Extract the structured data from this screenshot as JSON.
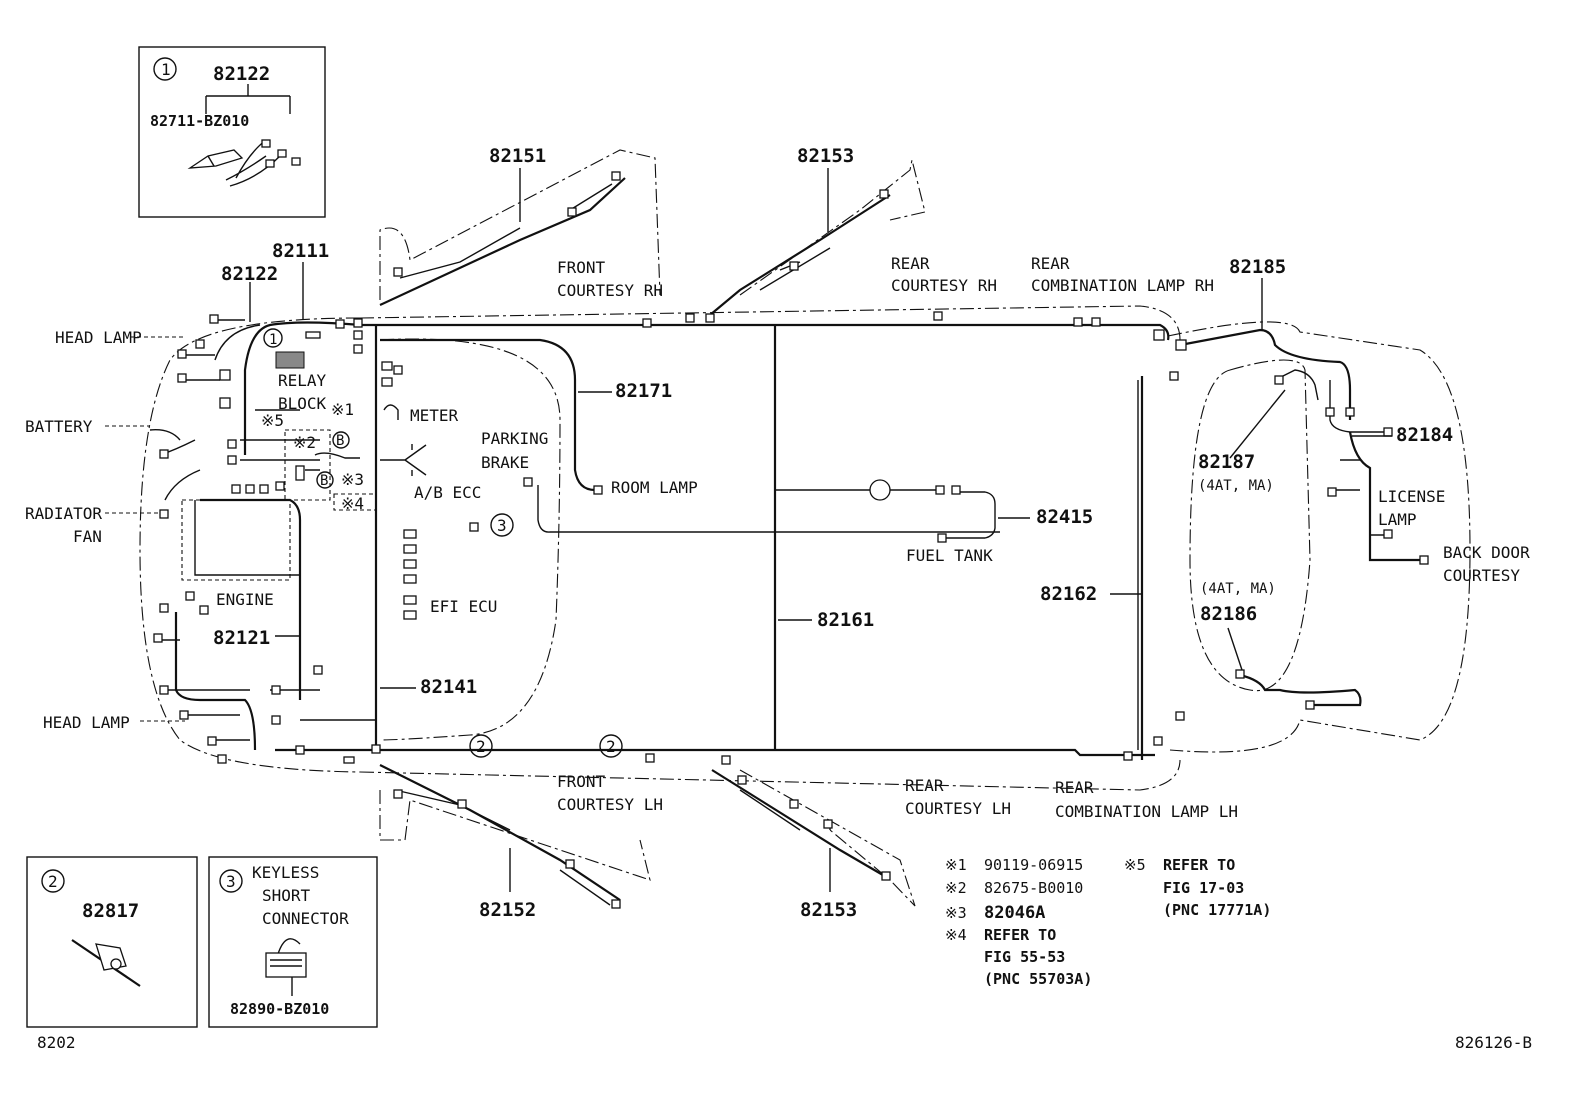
{
  "parts": {
    "p82122_top": "82122",
    "p82711": "82711-BZ010",
    "p82151": "82151",
    "p82153_top": "82153",
    "p82111": "82111",
    "p82122_main": "82122",
    "p82171": "82171",
    "p82185": "82185",
    "p82184": "82184",
    "p82187": "82187",
    "p82187_note": "(4AT, MA)",
    "p82415": "82415",
    "p82121": "82121",
    "p82141": "82141",
    "p82161": "82161",
    "p82162": "82162",
    "p82186_note": "(4AT, MA)",
    "p82186": "82186",
    "p82152": "82152",
    "p82153_bot": "82153",
    "p82817": "82817",
    "p82890": "82890-BZ010"
  },
  "labels": {
    "head_lamp_top": "HEAD LAMP",
    "battery": "BATTERY",
    "radiator_fan_1": "RADIATOR",
    "radiator_fan_2": "FAN",
    "head_lamp_bot": "HEAD LAMP",
    "relay_1": "RELAY",
    "relay_2": "BLOCK",
    "meter": "METER",
    "ab_ecc": "A/B ECC",
    "engine": "ENGINE",
    "efi_ecu": "EFI ECU",
    "parking_1": "PARKING",
    "parking_2": "BRAKE",
    "room_lamp": "ROOM LAMP",
    "fuel_tank": "FUEL TANK",
    "license_1": "LICENSE",
    "license_2": "LAMP",
    "back_door_1": "BACK DOOR",
    "back_door_2": "COURTESY",
    "front_rh_1": "FRONT",
    "front_rh_2": "COURTESY RH",
    "rear_rh_1": "REAR",
    "rear_rh_2": "COURTESY RH",
    "rear_comb_rh_1": "REAR",
    "rear_comb_rh_2": "COMBINATION LAMP RH",
    "front_lh_1": "FRONT",
    "front_lh_2": "COURTESY LH",
    "rear_lh_1": "REAR",
    "rear_lh_2": "COURTESY LH",
    "rear_comb_lh_1": "REAR",
    "rear_comb_lh_2": "COMBINATION LAMP LH",
    "keyless_1": "KEYLESS",
    "keyless_2": "SHORT",
    "keyless_3": "CONNECTOR"
  },
  "markers": {
    "c1": "1",
    "c2": "2",
    "c3": "3",
    "b": "B",
    "x1": "※1",
    "x2": "※2",
    "x3": "※3",
    "x4": "※4",
    "x5": "※5"
  },
  "notes": {
    "n1_key": "※1",
    "n1_val": "90119-06915",
    "n2_key": "※2",
    "n2_val": "82675-B0010",
    "n3_key": "※3",
    "n3_val": "82046A",
    "n4_key": "※4",
    "n4_l1": "REFER TO",
    "n4_l2": "FIG 55-53",
    "n4_l3": "(PNC 55703A)",
    "n5_key": "※5",
    "n5_l1": "REFER TO",
    "n5_l2": "FIG 17-03",
    "n5_l3": "(PNC 17771A)"
  },
  "footer": {
    "left": "8202",
    "right": "826126-B"
  }
}
